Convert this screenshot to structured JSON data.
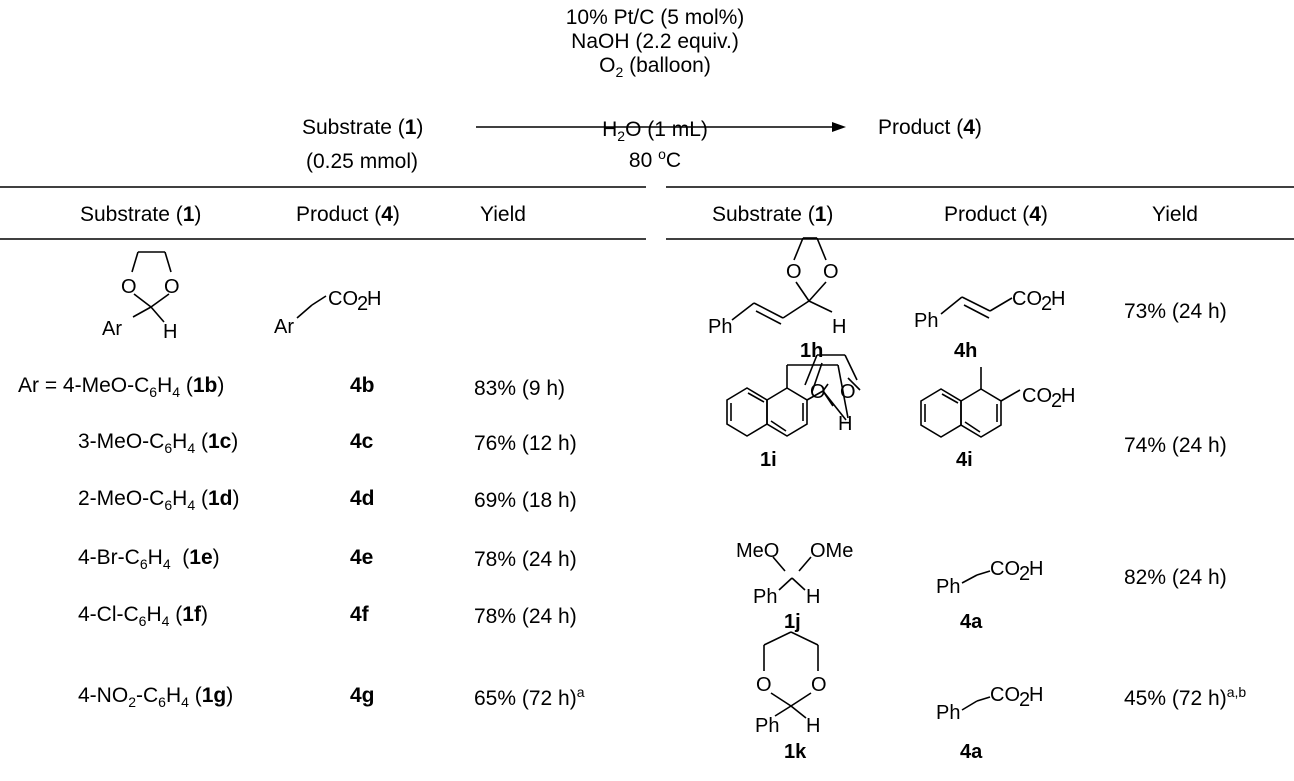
{
  "scheme": {
    "reactant": {
      "name": "Substrate (",
      "num": "1",
      "close": ")",
      "amount": "(0.25 mmol)"
    },
    "product": {
      "name": "Product (",
      "num": "4",
      "close": ")"
    },
    "conditions_above": [
      "10% Pt/C (5 mol%)",
      "NaOH (2.2 equiv.)",
      "O2 (balloon)"
    ],
    "o2_main": "O",
    "o2_sub": "2",
    "o2_rest": " (balloon)",
    "conditions_below": [
      "H2O (1 mL)",
      "80 oC"
    ],
    "h2o_main": "H",
    "h2o_sub": "2",
    "h2o_rest": "O (1 mL)",
    "temp_value": "80 ",
    "temp_sup": "o",
    "temp_unit": "C"
  },
  "headers": {
    "substrate_pre": "Substrate (",
    "substrate_num": "1",
    "substrate_post": ")",
    "product_pre": "Product (",
    "product_num": "4",
    "product_post": ")",
    "yield": "Yield"
  },
  "left_rows": [
    {
      "substrate": "Ar = 4-MeO-C6H4 (1b)",
      "product": "4b",
      "yield": "83% (9 h)"
    },
    {
      "substrate": "3-MeO-C6H4 (1c)",
      "product": "4c",
      "yield": "76% (12 h)"
    },
    {
      "substrate": "2-MeO-C6H4 (1d)",
      "product": "4d",
      "yield": "69% (18 h)"
    },
    {
      "substrate": "4-Br-C6H4  (1e)",
      "product": "4e",
      "yield": "78% (24 h)"
    },
    {
      "substrate": "4-Cl-C6H4 (1f)",
      "product": "4f",
      "yield": "78% (24 h)"
    },
    {
      "substrate": "4-NO2-C6H4 (1g)",
      "product": "4g",
      "yield": "65% (72 h)a"
    }
  ],
  "left_text": {
    "r1_pre": "Ar = 4-MeO-C",
    "r1_s1": "6",
    "r1_mid": "H",
    "r1_s2": "4",
    "r1_open": " (",
    "r1_num": "1b",
    "r1_close": ")",
    "r2_pre": "3-MeO-C",
    "r2_s1": "6",
    "r2_mid": "H",
    "r2_s2": "4",
    "r2_open": " (",
    "r2_num": "1c",
    "r2_close": ")",
    "r3_pre": "2-MeO-C",
    "r3_s1": "6",
    "r3_mid": "H",
    "r3_s2": "4",
    "r3_open": " (",
    "r3_num": "1d",
    "r3_close": ")",
    "r4_pre": "4-Br-C",
    "r4_s1": "6",
    "r4_mid": "H",
    "r4_s2": "4",
    "r4_open": "  (",
    "r4_num": "1e",
    "r4_close": ")",
    "r5_pre": "4-Cl-C",
    "r5_s1": "6",
    "r5_mid": "H",
    "r5_s2": "4",
    "r5_open": " (",
    "r5_num": "1f",
    "r5_close": ")",
    "r6_pre": "4-NO",
    "r6_s0": "2",
    "r6_dash": "-C",
    "r6_s1": "6",
    "r6_mid": "H",
    "r6_s2": "4",
    "r6_open": " (",
    "r6_num": "1g",
    "r6_close": ")",
    "y6_main": "65% (72 h)",
    "y6_sup": "a"
  },
  "right_rows": [
    {
      "substrate": "1h",
      "product": "4h",
      "yield": "73% (24 h)"
    },
    {
      "substrate": "1i",
      "product": "4i",
      "yield": "74% (24 h)"
    },
    {
      "substrate": "1j",
      "product": "4a",
      "yield": "82% (24 h)"
    },
    {
      "substrate": "1k",
      "product": "4a",
      "yield": "45% (72 h)a,b"
    }
  ],
  "right_text": {
    "y4_main": "45% (72 h)",
    "y4_sup": "a,b"
  },
  "structure_labels": {
    "O": "O",
    "H": "H",
    "Ar": "Ar",
    "Ph": "Ph",
    "CO": "CO",
    "sub2": "2",
    "MeO": "MeO",
    "OMe": "OMe"
  },
  "colors": {
    "ink": "#000000",
    "background": "#ffffff"
  }
}
